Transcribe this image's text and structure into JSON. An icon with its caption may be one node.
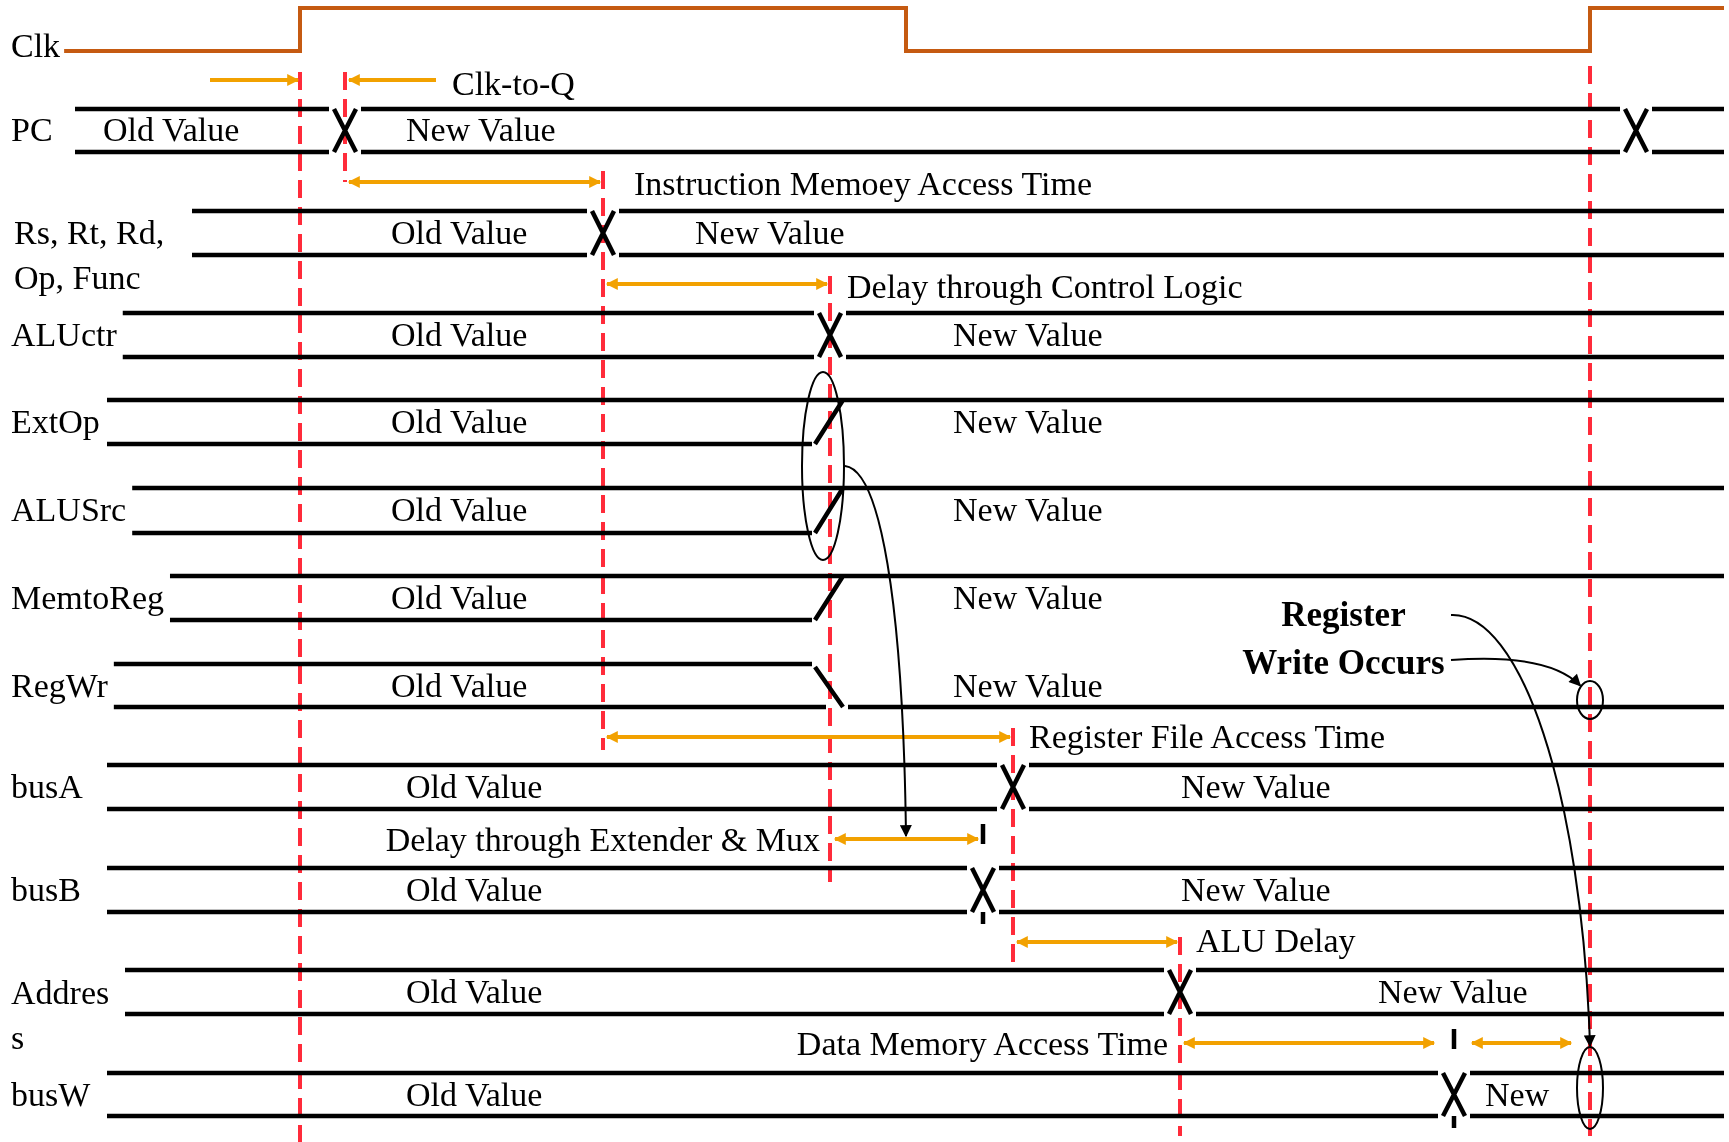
{
  "diagram": {
    "nodes": [
      {
        "text": [],
        "shape": "ellipse"
      },
      {
        "text": [
          "Register Write Occurs"
        ]
      },
      {
        "text": [],
        "shape": "ellipse"
      },
      {
        "text": [],
        "shape": "ellipse"
      }
    ],
    "edges": [
      {
        "from": 0,
        "to": null,
        "arrow": "to"
      },
      {
        "from": 1,
        "to": 2,
        "arrow": "to"
      },
      {
        "from": 1,
        "to": 3,
        "arrow": "to"
      }
    ],
    "labels": [
      "Clk",
      "Clk-to-Q",
      "PC",
      "Old Value",
      "New Value",
      "Instruction Memoey Access Time",
      "Rs, Rt, Rd, Op, Func",
      "Old Value",
      "New Value",
      "Delay through Control Logic",
      "ALUctr",
      "Old Value",
      "New Value",
      "ExtOp",
      "Old Value",
      "New Value",
      "ALUSrc",
      "Old Value",
      "New Value",
      "MemtoReg",
      "Old Value",
      "New Value",
      "RegWr",
      "Old Value",
      "New Value",
      "Register File Access Time",
      "busA",
      "Old Value",
      "New Value",
      "Delay through Extender & Mux",
      "busB",
      "Old Value",
      "New Value",
      "ALU Delay",
      "Address",
      "Old Value",
      "New Value",
      "Data Memory Access Time",
      "busW",
      "Old Value",
      "New"
    ]
  }
}
